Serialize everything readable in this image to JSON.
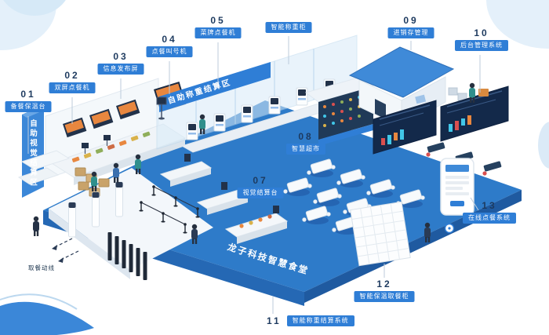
{
  "illustration": {
    "floor_title": "龙子科技智慧食堂",
    "wall_banner": "自助称重结算区",
    "left_wall_banner": "自助视觉结算区",
    "route_label": "取餐动线"
  },
  "callouts": [
    {
      "num": "01",
      "label": "备餐保温台"
    },
    {
      "num": "02",
      "label": "双屏点餐机"
    },
    {
      "num": "03",
      "label": "信息发布屏"
    },
    {
      "num": "04",
      "label": "点餐叫号机"
    },
    {
      "num": "05",
      "label": "菜牌点餐机"
    },
    {
      "num": "",
      "label": "智能称重柜"
    },
    {
      "num": "07",
      "label": "视觉结算台"
    },
    {
      "num": "08",
      "label": "智慧超市"
    },
    {
      "num": "09",
      "label": "进销存管理"
    },
    {
      "num": "10",
      "label": "后台管理系统"
    },
    {
      "num": "11",
      "label": "智能称重结算系统"
    },
    {
      "num": "12",
      "label": "智能保温取餐柜"
    },
    {
      "num": "13",
      "label": "在线点餐系统"
    }
  ],
  "colors": {
    "accent_blue": "#2f7ed6",
    "floor_blue": "#2e7bc9",
    "navy_text": "#1d3a5f",
    "dashboard_navy": "#13294a",
    "accent_red": "#d94f4f",
    "accent_cyan": "#41c7e8",
    "accent_orange": "#e8873f"
  }
}
